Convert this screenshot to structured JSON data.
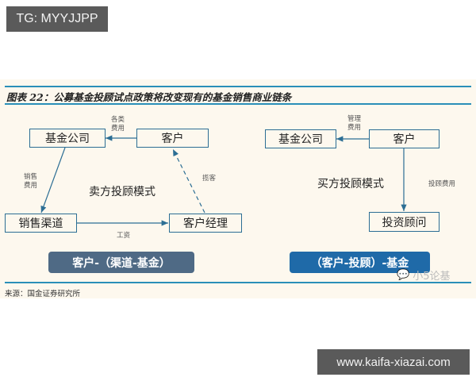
{
  "watermarks": {
    "top": "TG: MYYJJPP",
    "bottom": "www.kaifa-xiazai.com"
  },
  "figure": {
    "title": "图表 22：公募基金投顾试点政策将改变现有的基金销售商业链条",
    "source": "来源：国金证券研究所",
    "overlay_watermark": "小5论基"
  },
  "left_diagram": {
    "mode_label": "卖方投顾模式",
    "nodes": {
      "fund_company": "基金公司",
      "client": "客户",
      "sales_channel": "销售渠道",
      "account_manager": "客户经理"
    },
    "edges": {
      "client_to_fund": "各类\n费用",
      "fund_to_channel": "销售\n费用",
      "channel_to_manager": "工资",
      "manager_to_client": "揽客"
    },
    "summary": "客户-（渠道-基金）"
  },
  "right_diagram": {
    "mode_label": "买方投顾模式",
    "nodes": {
      "fund_company": "基金公司",
      "client": "客户",
      "investment_advisor": "投资顾问"
    },
    "edges": {
      "client_to_fund": "管理\n费用",
      "client_to_advisor": "投顾费用"
    },
    "summary": "（客户-投顾）-基金"
  },
  "colors": {
    "line": "#2c6e94",
    "pill_left": "#4f6a85",
    "pill_right": "#1f6aa8",
    "rule": "#2a8fb8"
  }
}
